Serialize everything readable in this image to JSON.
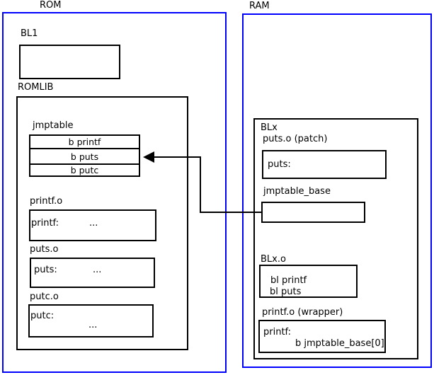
{
  "diagram": {
    "rom": {
      "title": "ROM",
      "bl1": {
        "label": "BL1"
      },
      "romlib": {
        "label": "ROMLIB",
        "jmptable": {
          "label": "jmptable",
          "entries": [
            "b printf",
            "b puts",
            "b putc"
          ]
        },
        "printf_o": {
          "label": "printf.o",
          "symbol": "printf:",
          "body": "..."
        },
        "puts_o": {
          "label": "puts.o",
          "symbol": "puts:",
          "body": "..."
        },
        "putc_o": {
          "label": "putc.o",
          "symbol": "putc:",
          "body": "..."
        }
      }
    },
    "ram": {
      "title": "RAM",
      "blx": {
        "label": "BLx",
        "puts_patch": {
          "label": "puts.o (patch)",
          "symbol": "puts:"
        },
        "jmptable_base": {
          "label": "jmptable_base"
        },
        "blx_o": {
          "label": "BLx.o",
          "instructions": [
            "bl printf",
            "bl puts"
          ]
        },
        "printf_wrapper": {
          "label": "printf.o (wrapper)",
          "symbol": "printf:",
          "body": "b jmptable_base[0]"
        }
      }
    },
    "connector": {
      "meaning": "jmptable_base points to jmptable entry b puts"
    },
    "colors": {
      "region_border": "#0000ff",
      "box_border": "#000000",
      "text": "#000000",
      "background": "#ffffff"
    }
  }
}
